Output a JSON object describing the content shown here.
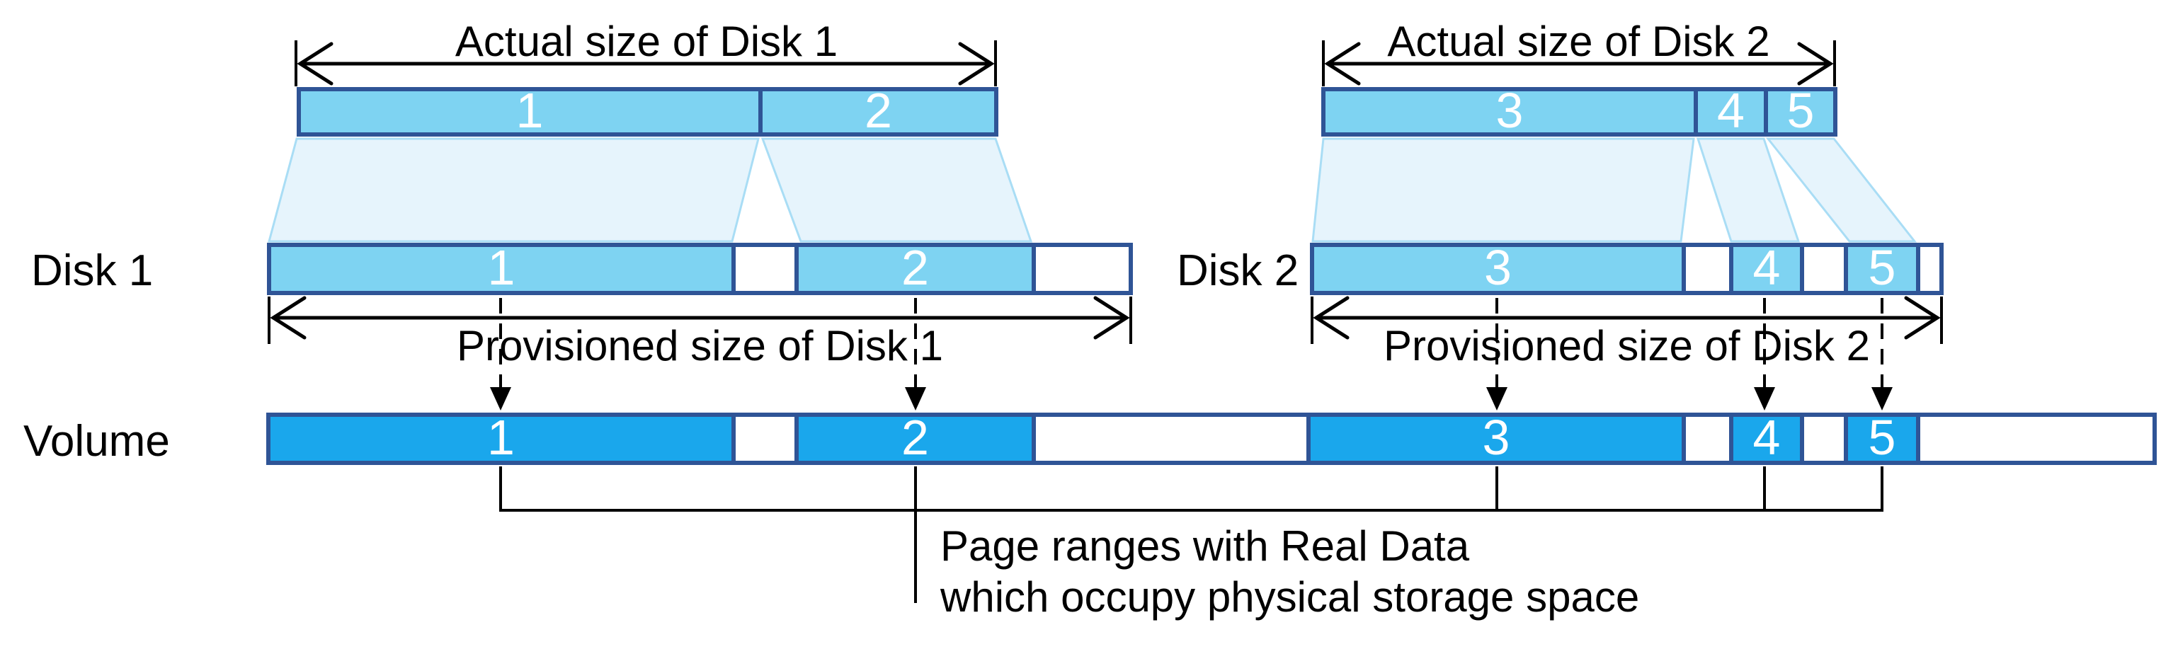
{
  "colors": {
    "sky_blue": "#7ED3F2",
    "volume_blue": "#1AA7EC",
    "navy": "#2F5496",
    "trap_fill": "#E6F4FC",
    "trap_stroke": "#A9DDF5",
    "ink": "#000000"
  },
  "measurements": {
    "actual_disk1": "Actual size of Disk 1",
    "actual_disk2": "Actual size of Disk 2",
    "provisioned_disk1": "Provisioned size of Disk 1",
    "provisioned_disk2": "Provisioned size of Disk 2"
  },
  "row_labels": {
    "disk1": "Disk 1",
    "disk2": "Disk 2",
    "volume": "Volume"
  },
  "segments": {
    "actual_disk1": [
      "1",
      "2"
    ],
    "actual_disk2": [
      "3",
      "4",
      "5"
    ],
    "disk1": [
      "1",
      "2"
    ],
    "disk2": [
      "3",
      "4",
      "5"
    ],
    "volume": [
      "1",
      "2",
      "3",
      "4",
      "5"
    ]
  },
  "note": {
    "line1": "Page ranges with Real Data",
    "line2": "which occupy physical storage space"
  }
}
